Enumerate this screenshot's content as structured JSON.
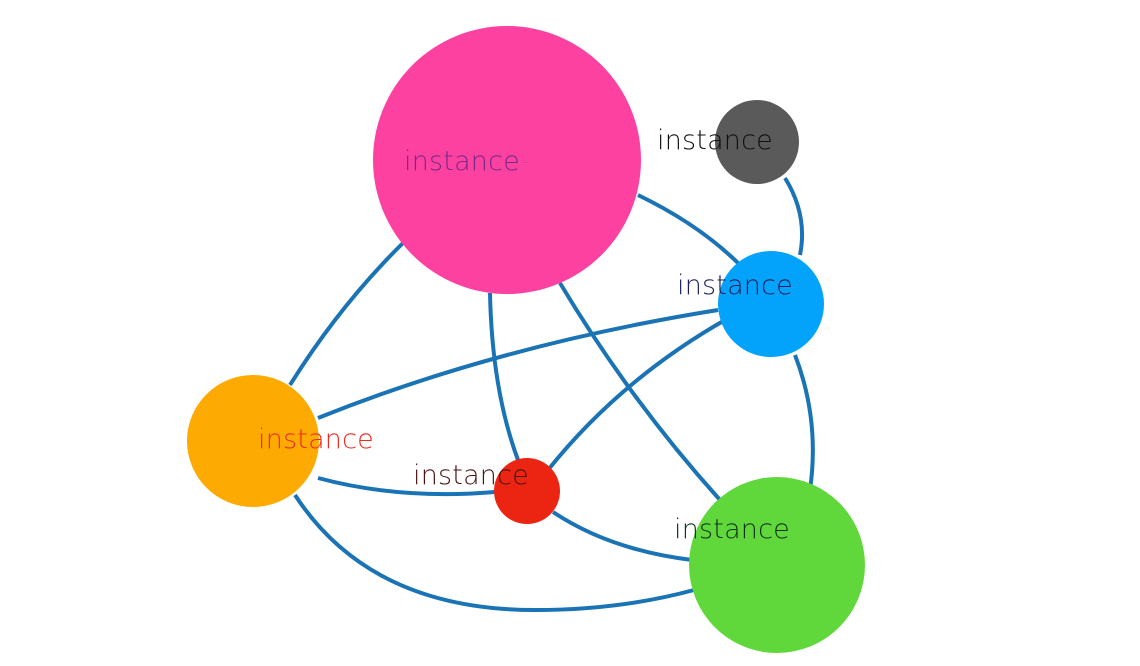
{
  "edge_color": "#1a73b5",
  "nodes": [
    {
      "id": "pink",
      "label": "instance",
      "color": "#fc41a1",
      "label_color": "#7a2a86"
    },
    {
      "id": "gray",
      "label": "instance",
      "color": "#5a5a5a",
      "label_color": "#111111"
    },
    {
      "id": "blue",
      "label": "instance",
      "color": "#03a2fb",
      "label_color": "#1a1e5c"
    },
    {
      "id": "orange",
      "label": "instance",
      "color": "#fdaa02",
      "label_color": "#ee2a22"
    },
    {
      "id": "red",
      "label": "instance",
      "color": "#ec2412",
      "label_color": "#4a1414"
    },
    {
      "id": "green",
      "label": "instance",
      "color": "#60d83c",
      "label_color": "#12331a"
    }
  ],
  "edges": [
    [
      "pink",
      "orange"
    ],
    [
      "pink",
      "red"
    ],
    [
      "pink",
      "green"
    ],
    [
      "pink",
      "blue"
    ],
    [
      "gray",
      "blue"
    ],
    [
      "blue",
      "orange"
    ],
    [
      "blue",
      "red"
    ],
    [
      "blue",
      "green"
    ],
    [
      "orange",
      "red"
    ],
    [
      "orange",
      "green"
    ],
    [
      "red",
      "green"
    ]
  ]
}
